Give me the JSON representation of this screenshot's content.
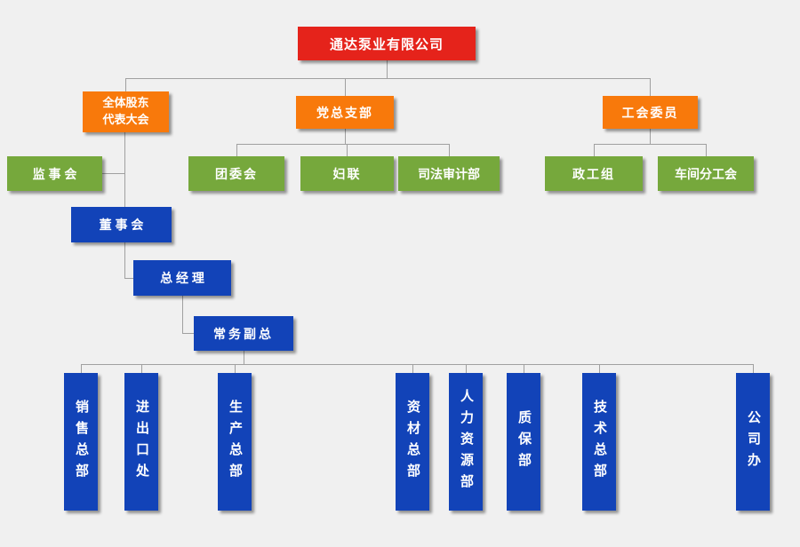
{
  "org": {
    "root": "通达泵业有限公司",
    "shareholders_meeting": [
      "全体股东",
      "代表大会"
    ],
    "party_branch": "党总支部",
    "union_committee": "工会委员",
    "supervisory_board": "监 事 会",
    "youth_league": "团委会",
    "womens_federation": "妇联",
    "judicial_audit_dept": "司法审计部",
    "political_work_group": "政工组",
    "workshop_branch_union": "车间分工会",
    "board_of_directors": "董 事 会",
    "general_manager": "总 经 理",
    "executive_deputy_gm": "常务副总",
    "departments": {
      "sales": "销售总部",
      "import_export": "进出口处",
      "production": "生产总部",
      "materials": "资材总部",
      "human_resources": "人力资源部",
      "quality_assurance": "质保部",
      "technology": "技术总部",
      "company_office": "公司办"
    }
  },
  "colors": {
    "red": "#e5231b",
    "orange": "#f8790b",
    "green": "#76a83c",
    "blue": "#1243b8",
    "line": "#a0a0a0",
    "background": "#f0f0f0",
    "text": "#ffffff"
  }
}
